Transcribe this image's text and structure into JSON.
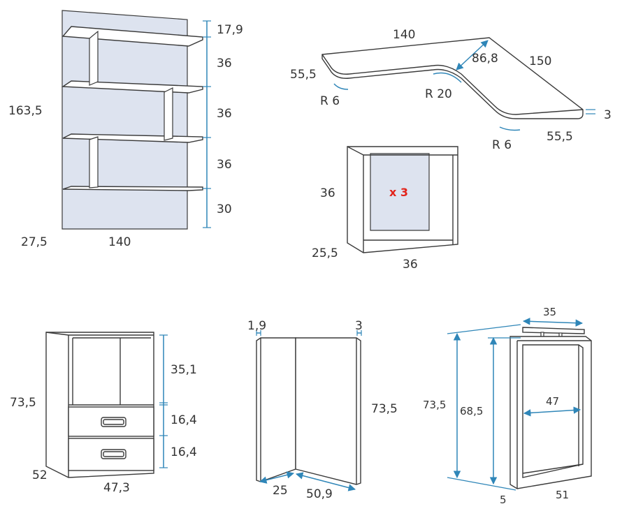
{
  "shelf_unit": {
    "height": "163,5",
    "depth": "27,5",
    "width": "140",
    "spacings": [
      "17,9",
      "36",
      "36",
      "36",
      "30"
    ]
  },
  "corner_desk": {
    "width": "140",
    "side": "150",
    "depth_left": "55,5",
    "depth_right": "55,5",
    "inner": "86,8",
    "radius_inner": "R 20",
    "radius_left": "R 6",
    "radius_right": "R 6",
    "thickness": "3"
  },
  "cube": {
    "height": "36",
    "depth": "25,5",
    "width": "36",
    "quantity": "x 3"
  },
  "drawer_unit": {
    "height": "73,5",
    "depth": "52",
    "width": "47,3",
    "open_height": "35,1",
    "drawer1": "16,4",
    "drawer2": "16,4"
  },
  "corner_panel": {
    "left_thickness": "1,9",
    "right_thickness": "3",
    "height": "73,5",
    "left_depth": "25",
    "right_width": "50,9"
  },
  "frame_leg": {
    "top_width": "35",
    "outer_height": "73,5",
    "inner_height": "68,5",
    "inner_width": "47",
    "foot": "5",
    "depth": "51"
  },
  "colors": {
    "dimension": "#2f86b8",
    "back_panel": "#dde3ef",
    "quantity": "#e2231a"
  }
}
